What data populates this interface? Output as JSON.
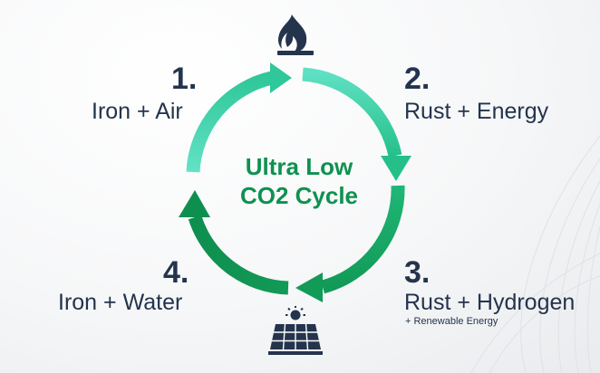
{
  "colors": {
    "navy": "#24344d",
    "green_dark": "#0f9150",
    "green_mid": "#1fb777",
    "green_light": "#5ee0c2",
    "text_dark": "#24344d"
  },
  "center": {
    "line1": "Ultra Low",
    "line2": "CO2 Cycle"
  },
  "steps": [
    {
      "number": "1.",
      "label": "Iron + Air"
    },
    {
      "number": "2.",
      "label": "Rust + Energy"
    },
    {
      "number": "3.",
      "label": "Rust + Hydrogen",
      "sublabel": "+ Renewable Energy"
    },
    {
      "number": "4.",
      "label": "Iron + Water"
    }
  ],
  "icons": {
    "top": "flame-icon",
    "bottom": "solar-panel-icon"
  }
}
